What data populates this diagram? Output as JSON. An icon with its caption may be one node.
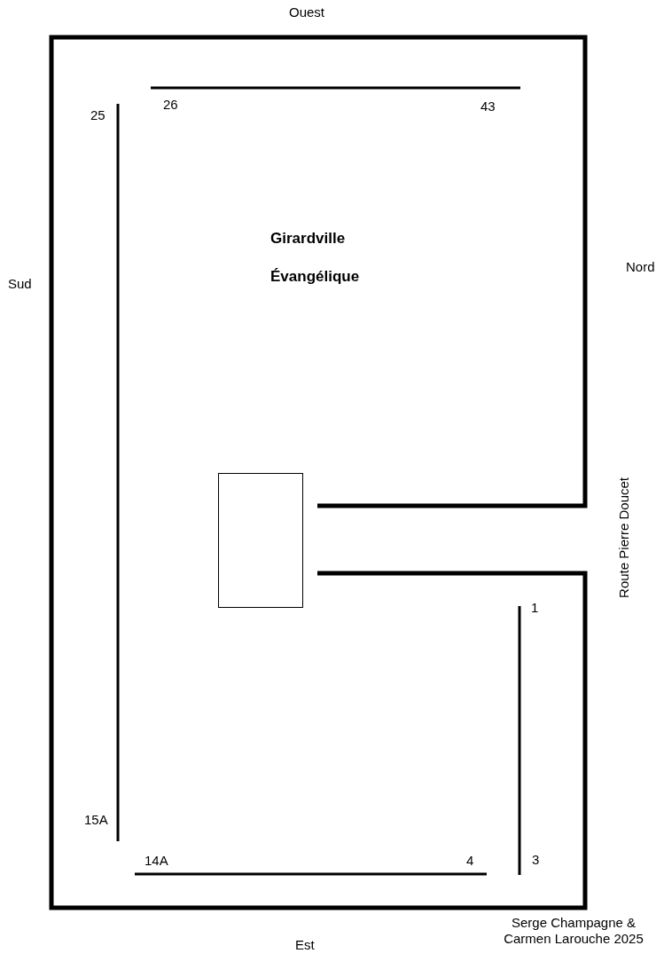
{
  "diagram": {
    "title": "Girardville Évangélique",
    "nodes": [
      {
        "text": [],
        "shape": "box"
      }
    ],
    "labels": [
      "Ouest",
      "26",
      "43",
      "25",
      "Sud",
      "Nord",
      "Route Pierre Doucet",
      "1",
      "15A",
      "14A",
      "4",
      "3",
      "Serge Champagne & Carmen Larouche 2025",
      "Est"
    ]
  }
}
